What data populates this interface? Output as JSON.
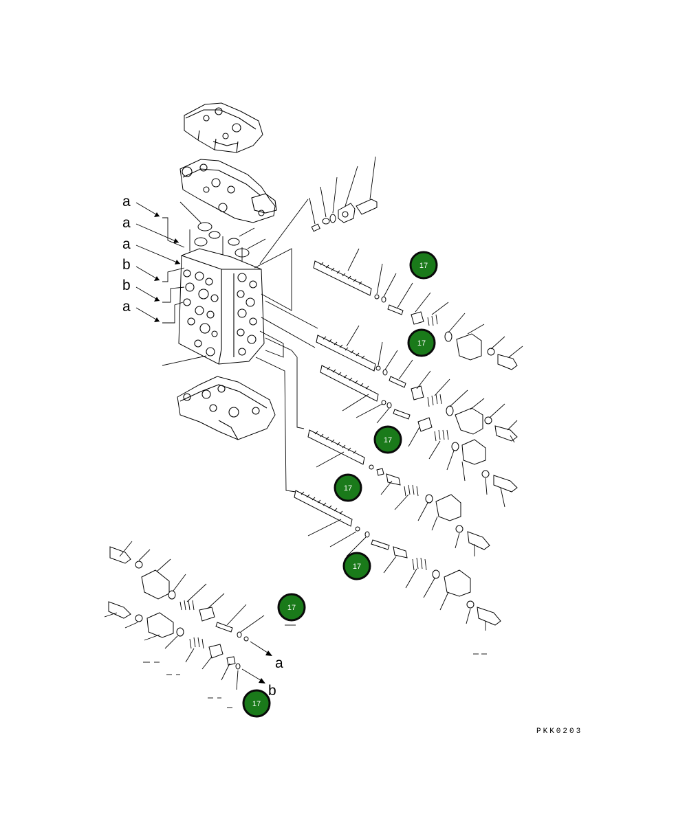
{
  "diagram": {
    "badge_number": "17",
    "badge_color": "#1a7a1a",
    "badge_ring_color": "#0a0a0a",
    "ref_label_a": "a",
    "ref_label_b": "b",
    "drawing_code": "PKK0203"
  }
}
